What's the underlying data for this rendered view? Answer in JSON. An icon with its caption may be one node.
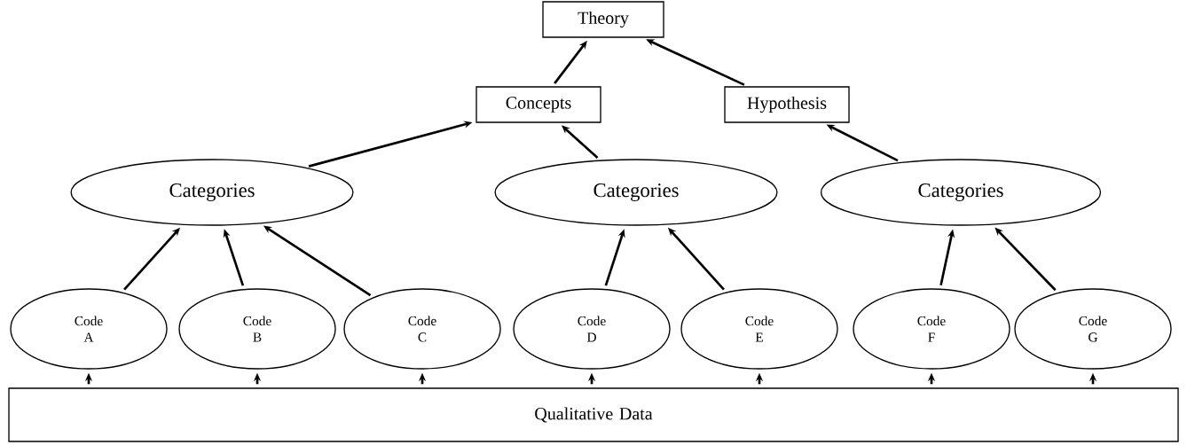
{
  "diagram": {
    "nodes": [
      {
        "text": [
          "Theory"
        ]
      },
      {
        "text": [
          "Concepts"
        ]
      },
      {
        "text": [
          "Hypothesis"
        ]
      },
      {
        "text": [
          "Categories"
        ]
      },
      {
        "text": [
          "Categories"
        ]
      },
      {
        "text": [
          "Categories"
        ]
      },
      {
        "text": [
          "Code A"
        ]
      },
      {
        "text": [
          "Code B"
        ]
      },
      {
        "text": [
          "Code C"
        ]
      },
      {
        "text": [
          "Code D"
        ]
      },
      {
        "text": [
          "Code E"
        ]
      },
      {
        "text": [
          "Code F"
        ]
      },
      {
        "text": [
          "Code G"
        ]
      },
      {
        "text": [
          "Qualitative Data"
        ]
      }
    ],
    "edges": [
      {
        "from": 13,
        "to": 6,
        "arrow": "to"
      },
      {
        "from": 13,
        "to": 7,
        "arrow": "to"
      },
      {
        "from": 13,
        "to": 8,
        "arrow": "to"
      },
      {
        "from": 13,
        "to": 9,
        "arrow": "to"
      },
      {
        "from": 13,
        "to": 10,
        "arrow": "to"
      },
      {
        "from": 13,
        "to": 11,
        "arrow": "to"
      },
      {
        "from": 13,
        "to": 12,
        "arrow": "to"
      },
      {
        "from": 6,
        "to": 3,
        "arrow": "to"
      },
      {
        "from": 7,
        "to": 3,
        "arrow": "to"
      },
      {
        "from": 8,
        "to": 3,
        "arrow": "to"
      },
      {
        "from": 9,
        "to": 4,
        "arrow": "to"
      },
      {
        "from": 10,
        "to": 4,
        "arrow": "to"
      },
      {
        "from": 11,
        "to": 5,
        "arrow": "to"
      },
      {
        "from": 12,
        "to": 5,
        "arrow": "to"
      },
      {
        "from": 3,
        "to": 1,
        "arrow": "to"
      },
      {
        "from": 4,
        "to": 1,
        "arrow": "to"
      },
      {
        "from": 5,
        "to": 2,
        "arrow": "to"
      },
      {
        "from": 1,
        "to": 0,
        "arrow": "to"
      },
      {
        "from": 2,
        "to": 0,
        "arrow": "to"
      }
    ]
  }
}
